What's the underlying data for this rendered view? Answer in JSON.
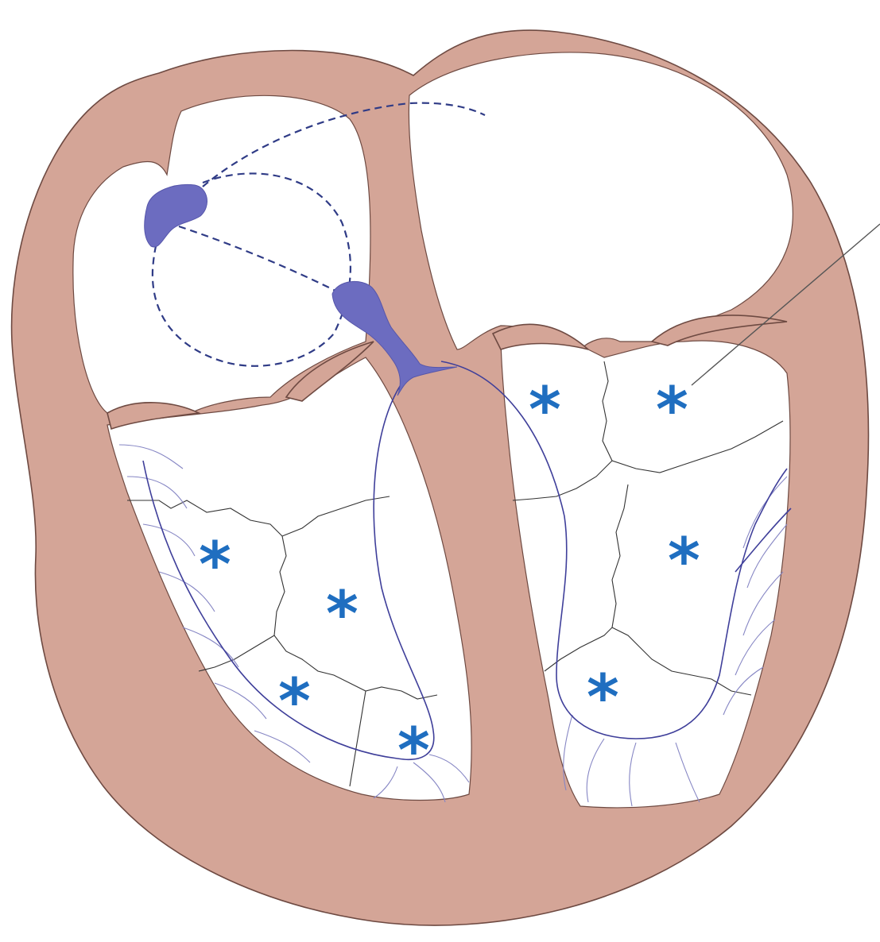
{
  "diagram": {
    "colors": {
      "myocardium": "#d4a597",
      "chamber": "#ffffff",
      "conduction": "#6c6cc0",
      "conduction_line": "#3f3f9a",
      "marker": "#1f6ec0"
    },
    "markers": [
      {
        "symbol": "*",
        "region": "right-ventricle-1"
      },
      {
        "symbol": "*",
        "region": "right-ventricle-2"
      },
      {
        "symbol": "*",
        "region": "right-ventricle-3"
      },
      {
        "symbol": "*",
        "region": "right-ventricle-4"
      },
      {
        "symbol": "*",
        "region": "left-ventricle-1"
      },
      {
        "symbol": "*",
        "region": "left-ventricle-2"
      },
      {
        "symbol": "*",
        "region": "left-ventricle-3"
      },
      {
        "symbol": "*",
        "region": "left-ventricle-4"
      }
    ]
  }
}
